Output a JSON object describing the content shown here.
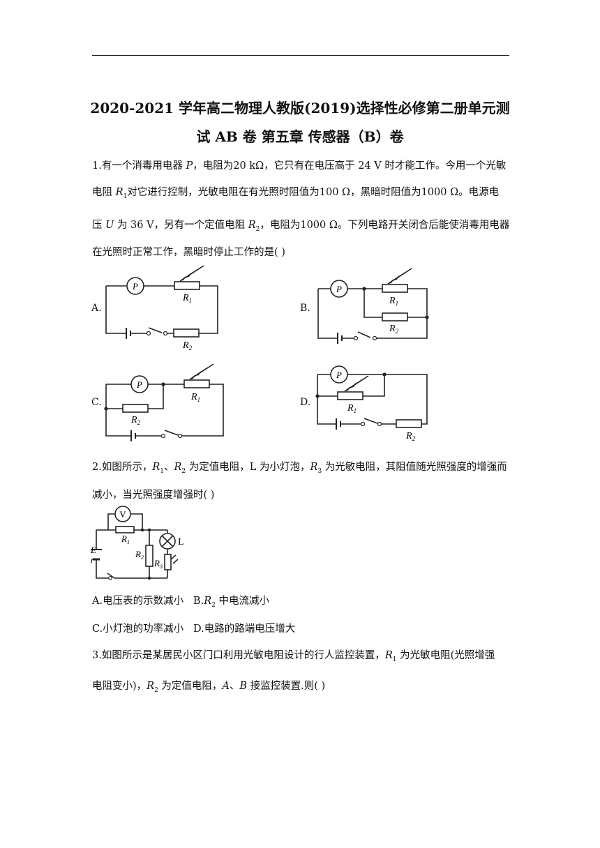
{
  "title": {
    "line1": "2020-2021 学年高二物理人教版(2019)选择性必修第二册单元测",
    "line2": "试 AB 卷 第五章 传感器（B）卷"
  },
  "q1": {
    "l1a": "1.有一个消毒用电器 ",
    "l1b": "P",
    "l1c": "，电阻为",
    "l1d": "20 kΩ",
    "l1e": "，它只有在电压高于 24 V 时才能工作。今用一个光敏",
    "l2a": "电阻 ",
    "l2b": "R",
    "l2c": "1",
    "l2d": "对它进行控制，光敏电阻在有光照时阻值为",
    "l2e": "100 Ω",
    "l2f": "，黑暗时阻值为",
    "l2g": "1000 Ω",
    "l2h": "。电源电",
    "l3a": "压 ",
    "l3b": "U",
    "l3c": " 为 36 V，另有一个定值电阻 ",
    "l3d": "R",
    "l3e": "2",
    "l3f": "，电阻为",
    "l3g": "1000 Ω",
    "l3h": "。下列电路开关闭合后能使消毒用电器",
    "l4": "在光照时正常工作，黑暗时停止工作的是(     )",
    "optA": "A.",
    "optB": "B.",
    "optC": "C.",
    "optD": "D."
  },
  "q2": {
    "l1a": "2.如图所示，",
    "l1b": "R",
    "l1c": "1",
    "l1d": "、",
    "l1e": "R",
    "l1f": "2",
    "l1g": " 为定值电阻，L 为小灯泡，",
    "l1h": "R",
    "l1i": "3",
    "l1j": " 为光敏电阻，其阻值随光照强度的增强而",
    "l2": "减小，当光照强度增强时(     )",
    "a": "A.电压表的示数减小",
    "b1": "B.",
    "b2": "R",
    "b3": "2",
    "b4": " 中电流减小",
    "c": "C.小灯泡的功率减小",
    "d": "D.电路的路端电压增大"
  },
  "q3": {
    "l1a": "3.如图所示是某居民小区门口利用光敏电阻设计的行人监控装置，",
    "l1b": "R",
    "l1c": "1",
    "l1d": " 为光敏电阻(光照增强",
    "l2a": "电阻变小)，",
    "l2b": "R",
    "l2c": "2",
    "l2d": " 为定值电阻，",
    "l2e": "A",
    "l2f": "、",
    "l2g": "B",
    "l2h": " 接监控装置.则(     )"
  },
  "labels": {
    "P": "P",
    "V": "V",
    "L": "L",
    "R": "R",
    "one": "1",
    "two": "2",
    "three": "3",
    "E": "E",
    "r": "r"
  }
}
